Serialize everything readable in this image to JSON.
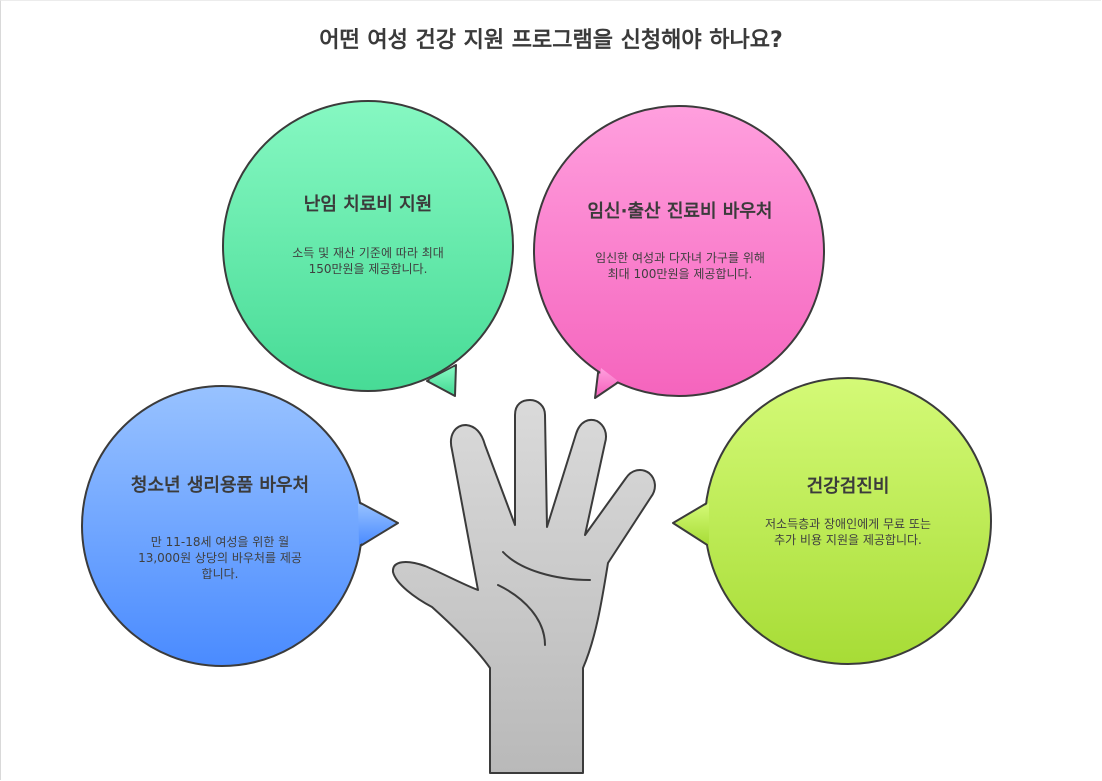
{
  "title": "어떤 여성 건강 지원 프로그램을 신청해야 하나요?",
  "colors": {
    "infertility": [
      "#86f8c2",
      "#47db96"
    ],
    "pregnancy": [
      "#ff9fde",
      "#f564bd"
    ],
    "menstrual": [
      "#98c2ff",
      "#4a8bff"
    ],
    "checkup": [
      "#d4fa77",
      "#a7dc36"
    ],
    "hand": [
      "#dadada",
      "#b9b9b9"
    ],
    "outline": "#3b3b3b"
  },
  "programs": {
    "infertility": {
      "title": "난임 치료비 지원",
      "description": "소득 및 재산 기준에 따라 최대 150만원을 제공합니다."
    },
    "pregnancy": {
      "title": "임신·출산 진료비 바우처",
      "description": "임신한 여성과 다자녀 가구를 위해 최대 100만원을 제공합니다."
    },
    "menstrual": {
      "title": "청소년 생리용품 바우처",
      "description": "만 11-18세 여성을 위한 월 13,000원 상당의 바우처를 제공합니다."
    },
    "checkup": {
      "title": "건강검진비",
      "description": "저소득층과 장애인에게 무료 또는 추가 비용 지원을 제공합니다."
    }
  }
}
